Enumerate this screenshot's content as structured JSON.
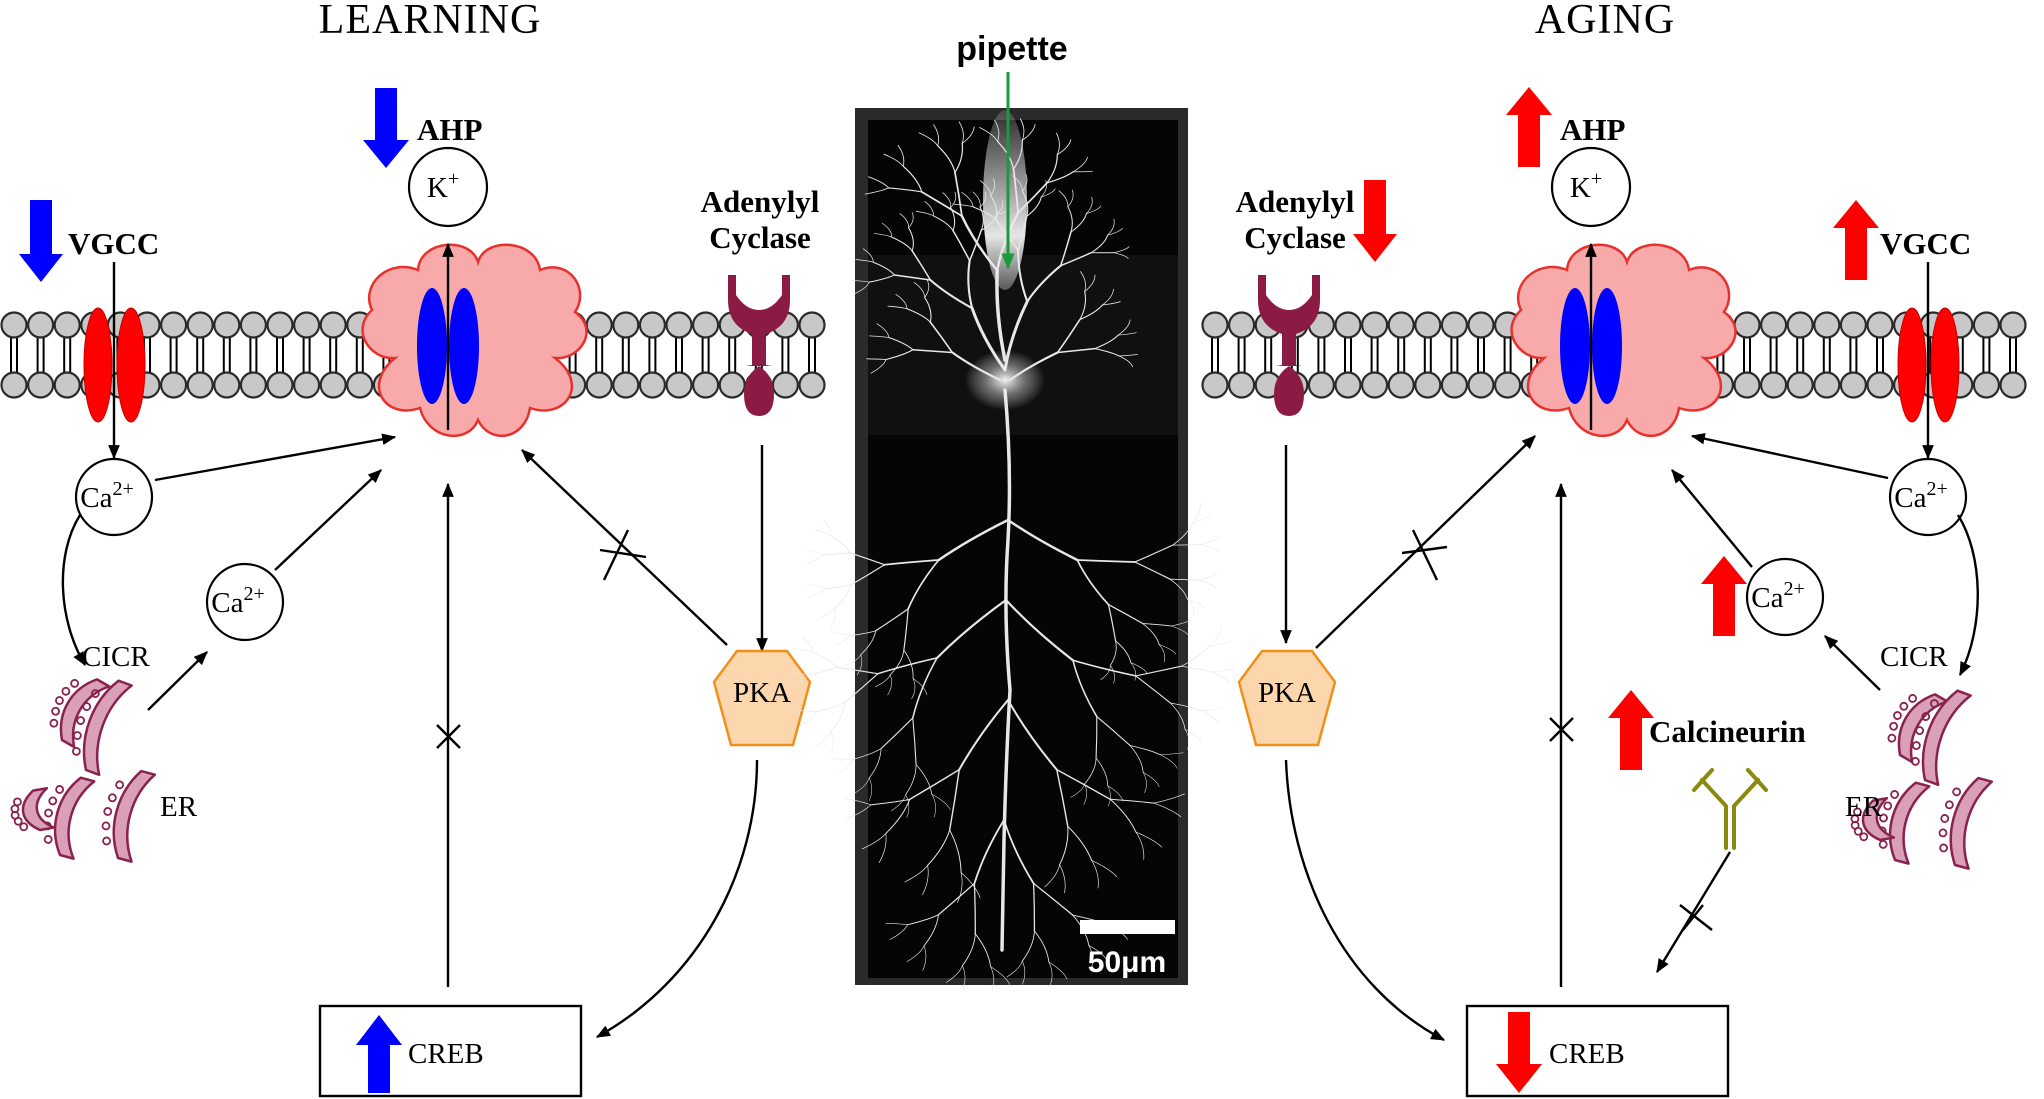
{
  "title_left": "LEARNING",
  "title_right": "AGING",
  "left": {
    "ahp": "AHP",
    "ahp_direction": "down",
    "vgcc": "VGCC",
    "vgcc_direction": "down",
    "k_ion": "K",
    "k_charge": "+",
    "adenylyl_line1": "Adenylyl",
    "adenylyl_line2": "Cyclase",
    "ca_ion": "Ca",
    "ca_charge": "2+",
    "cicr": "CICR",
    "er": "ER",
    "pka": "PKA",
    "creb": "CREB",
    "creb_direction": "up"
  },
  "right": {
    "ahp": "AHP",
    "ahp_direction": "up",
    "vgcc": "VGCC",
    "vgcc_direction": "up",
    "k_ion": "K",
    "k_charge": "+",
    "adenylyl_line1": "Adenylyl",
    "adenylyl_line2": "Cyclase",
    "adenylyl_direction": "down",
    "ca_ion": "Ca",
    "ca_charge": "2+",
    "ca_direction": "up",
    "cicr": "CICR",
    "er": "ER",
    "pka": "PKA",
    "creb": "CREB",
    "creb_direction": "down",
    "calcineurin": "Calcineurin",
    "calcineurin_direction": "up"
  },
  "micrograph": {
    "pipette_label": "pipette",
    "scale_value": "50",
    "scale_unit": "μm"
  },
  "colors": {
    "decrease_blue": "#0000ff",
    "increase_red": "#ff0000",
    "channel_pink": "#f8aaaa",
    "channel_edge": "#e8302c",
    "adenylyl_maroon": "#8b1a44",
    "pka_fill": "#fcd6ad",
    "pka_edge": "#f0901a",
    "er_fill": "#d9a0b8",
    "er_edge": "#8a2250",
    "calcineurin_olive": "#8a8a10",
    "pipette_green": "#1a9a3a"
  }
}
